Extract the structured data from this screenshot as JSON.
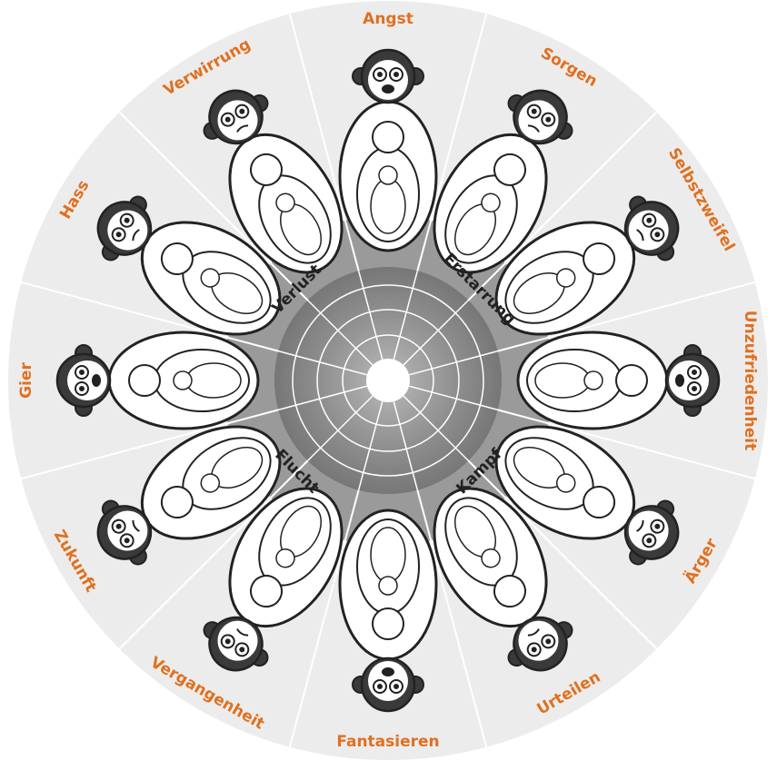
{
  "colors": {
    "label": "#e07020",
    "ring": "#ececec",
    "divider": "#ffffff",
    "inner_text": "#222222",
    "outline": "#222222"
  },
  "emotions": [
    {
      "label": "Angst",
      "angle": 0
    },
    {
      "label": "Sorgen",
      "angle": 30
    },
    {
      "label": "Selbstzweifel",
      "angle": 60
    },
    {
      "label": "Unzufriedenheit",
      "angle": 90
    },
    {
      "label": "Ärger",
      "angle": 120
    },
    {
      "label": "Urteilen",
      "angle": 150
    },
    {
      "label": "Fantasieren",
      "angle": 180
    },
    {
      "label": "Vergangenheit",
      "angle": 210
    },
    {
      "label": "Zukunft",
      "angle": 240
    },
    {
      "label": "Gier",
      "angle": 270
    },
    {
      "label": "Hass",
      "angle": 300
    },
    {
      "label": "Verwirrung",
      "angle": 330
    }
  ],
  "categories": [
    {
      "label": "Erstarrung",
      "angle": 45
    },
    {
      "label": "Kampf",
      "angle": 135
    },
    {
      "label": "Flucht",
      "angle": 225
    },
    {
      "label": "Verlust",
      "angle": 315
    }
  ]
}
